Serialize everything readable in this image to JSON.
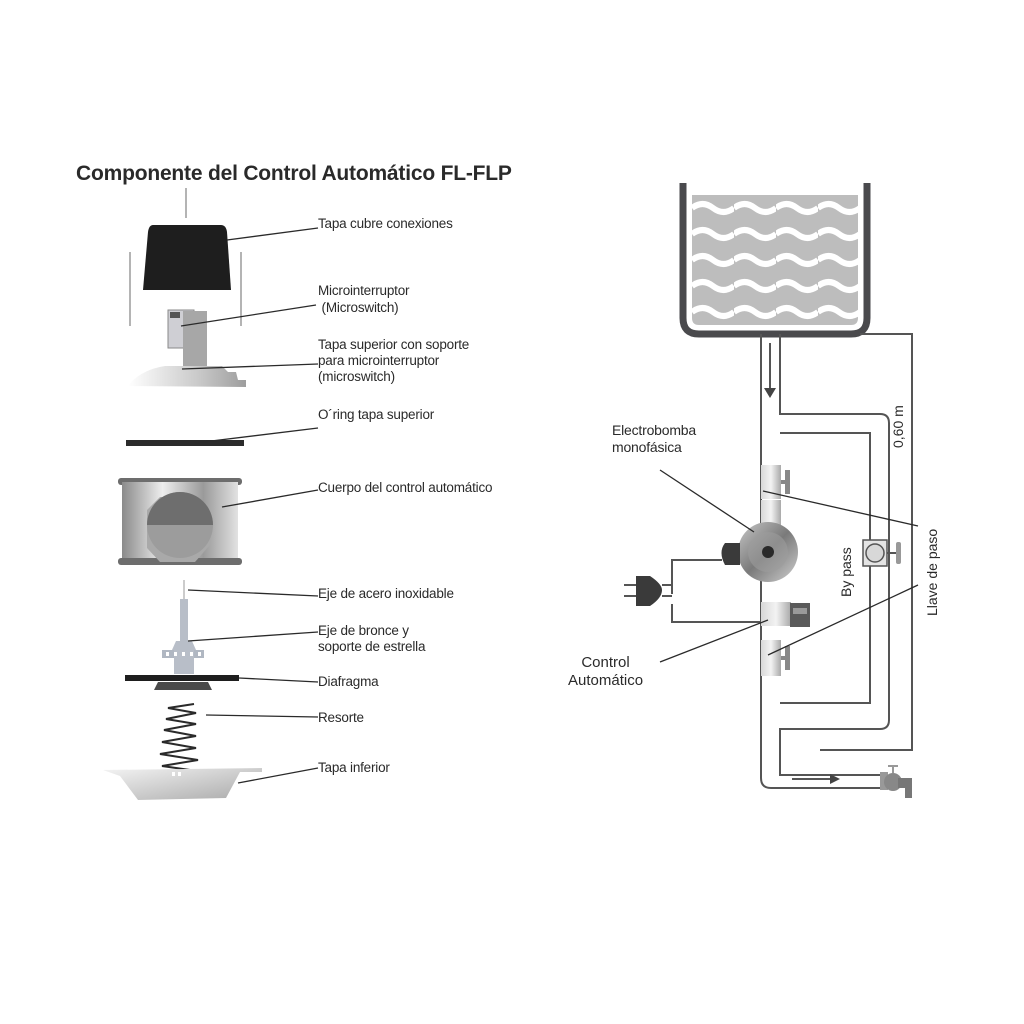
{
  "left_panel": {
    "title": "Componente del Control Automático FL-FLP",
    "components": [
      {
        "id": "tapa-cubre",
        "label": "Tapa cubre conexiones"
      },
      {
        "id": "microinterruptor",
        "label": "Microinterruptor\n (Microswitch)"
      },
      {
        "id": "tapa-superior",
        "label": "Tapa superior con soporte\npara microinterruptor\n(microswitch)"
      },
      {
        "id": "oring",
        "label": "O´ring tapa superior"
      },
      {
        "id": "cuerpo",
        "label": "Cuerpo del control automático"
      },
      {
        "id": "eje-acero",
        "label": "Eje de acero inoxidable"
      },
      {
        "id": "eje-bronce",
        "label": "Eje de bronce y\nsoporte de estrella"
      },
      {
        "id": "diafragma",
        "label": "Diafragma"
      },
      {
        "id": "resorte",
        "label": "Resorte"
      },
      {
        "id": "tapa-inferior",
        "label": "Tapa inferior"
      }
    ]
  },
  "right_panel": {
    "labels": {
      "electrobomba": "Electrobomba\nmonofásica",
      "control": "Control\nAutomático",
      "bypass": "By pass",
      "llave": "Llave de paso",
      "height": "0,60 m"
    }
  },
  "colors": {
    "ink": "#2a2a2a",
    "tank_wall": "#4a4a4d",
    "water": "#b9b9b9",
    "pipe": "#555555",
    "dark_part": "#1e1e1e"
  }
}
